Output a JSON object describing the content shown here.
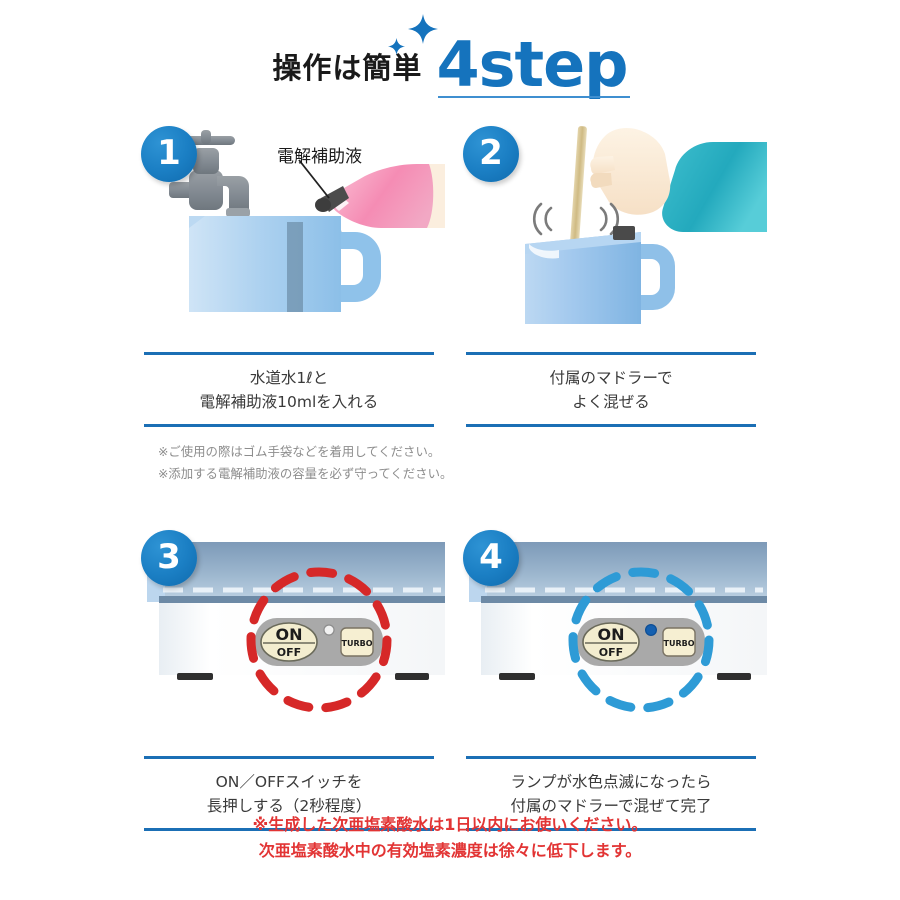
{
  "header": {
    "title_jp": "操作は簡単",
    "title_en": "4step",
    "sparkle_large": "sparkle-icon",
    "sparkle_small": "sparkle-icon"
  },
  "colors": {
    "accent_blue": "#1573bd",
    "badge_blue": "#1b7fc4",
    "rule_blue": "#1b6fb5",
    "warning_red": "#e23434",
    "note_gray": "#8d8d8d",
    "highlight_red": "#d62828",
    "highlight_blue": "#2e9bd6",
    "glove_pink": "#f59ab8",
    "sleeve_teal": "#2fb3c4",
    "pitcher_blue": "#9cc9ec",
    "faucet_gray": "#8a8f94",
    "panel_gray": "#a9a9a9",
    "button_cream": "#f3edcf"
  },
  "steps": [
    {
      "number": "1",
      "caption_line1": "水道水1ℓと",
      "caption_line2": "電解補助液10mlを入れる",
      "callout_label": "電解補助液",
      "art": "faucet-pitcher-glove"
    },
    {
      "number": "2",
      "caption_line1": "付属のマドラーで",
      "caption_line2": "よく混ぜる",
      "callout_label": "",
      "art": "hand-stirring-pitcher"
    },
    {
      "number": "3",
      "caption_line1": "ON／OFFスイッチを",
      "caption_line2": "長押しする（2秒程度）",
      "callout_label": "",
      "art": "appliance-red-highlight"
    },
    {
      "number": "4",
      "caption_line1": "ランプが水色点滅になったら",
      "caption_line2": "付属のマドラーで混ぜて完了",
      "callout_label": "",
      "art": "appliance-blue-highlight"
    }
  ],
  "device": {
    "on_label": "ON",
    "off_label": "OFF",
    "turbo_label": "TURBO",
    "led_state_step3": "off",
    "led_state_step4": "blue-blinking"
  },
  "notes": {
    "line1": "※ご使用の際はゴム手袋などを着用してください。",
    "line2": "※添加する電解補助液の容量を必ず守ってください。"
  },
  "footer": {
    "line1": "※生成した次亜塩素酸水は1日以内にお使いください。",
    "line2": "次亜塩素酸水中の有効塩素濃度は徐々に低下します。"
  }
}
